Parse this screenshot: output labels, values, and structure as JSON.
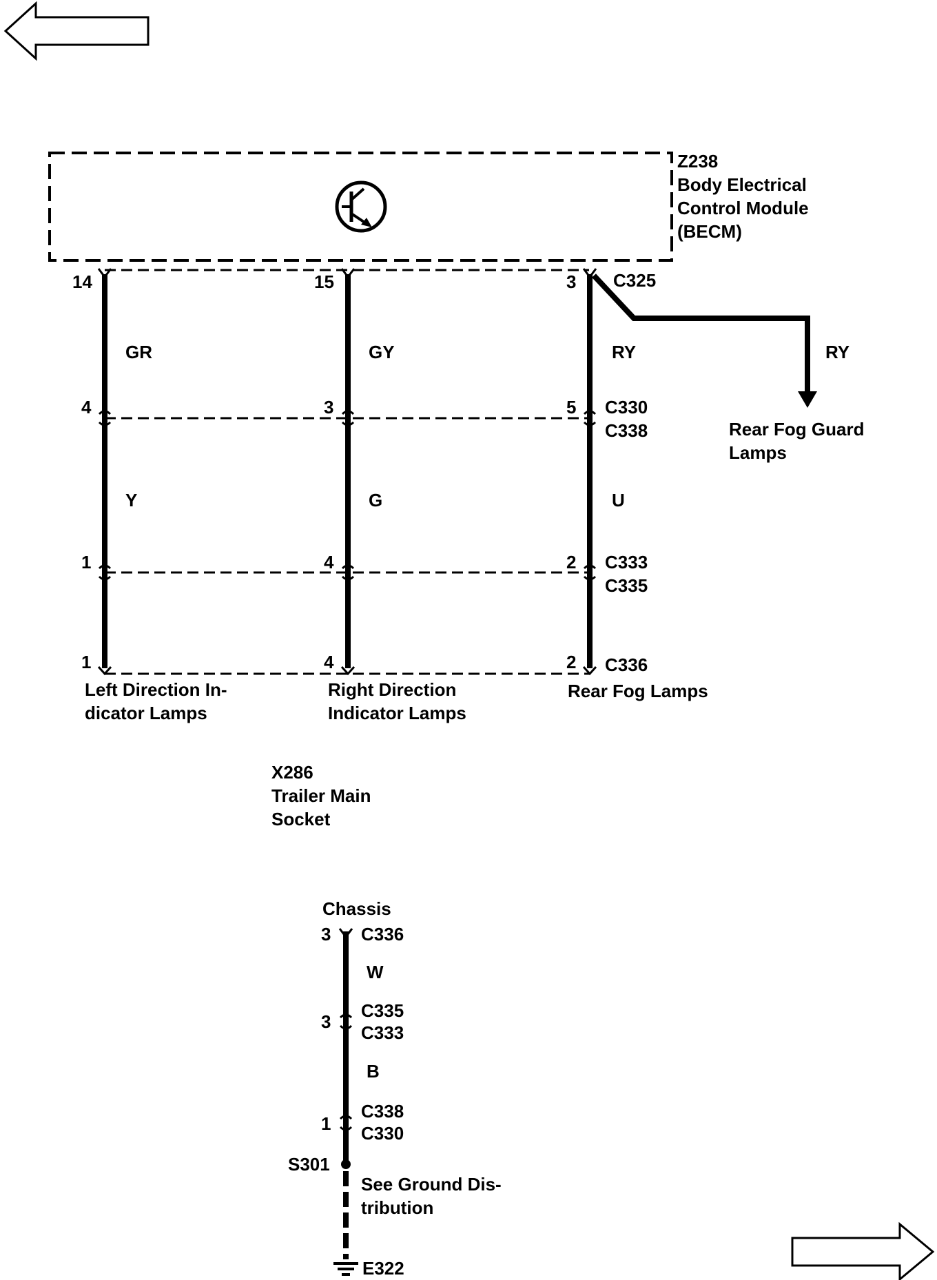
{
  "module": {
    "id": "Z238",
    "line1": "Body Electrical",
    "line2": "Control Module",
    "line3": "(BECM)"
  },
  "connectors": {
    "c325": "C325",
    "c330": "C330",
    "c338": "C338",
    "c333": "C333",
    "c335": "C335",
    "c336": "C336"
  },
  "circuits": {
    "left": {
      "pin_top": "14",
      "color_top": "GR",
      "pin_mid_top": "4",
      "color_mid": "Y",
      "pin_mid_bot": "1",
      "pin_bot": "1",
      "load_line1": "Left Direction In-",
      "load_line2": "dicator Lamps"
    },
    "center": {
      "pin_top": "15",
      "color_top": "GY",
      "pin_mid_top": "3",
      "color_mid": "G",
      "pin_mid_bot": "4",
      "pin_bot": "4",
      "load_line1": "Right Direction",
      "load_line2": "Indicator Lamps"
    },
    "right": {
      "pin_top": "3",
      "color_top": "RY",
      "pin_mid_top": "5",
      "color_mid": "U",
      "pin_mid_bot": "2",
      "pin_bot": "2",
      "load_line1": "Rear Fog Lamps"
    },
    "branch": {
      "color": "RY",
      "dest_line1": "Rear Fog Guard",
      "dest_line2": "Lamps"
    }
  },
  "socket": {
    "id": "X286",
    "line1": "Trailer Main",
    "line2": "Socket"
  },
  "ground": {
    "title": "Chassis",
    "pin1": "3",
    "conn1": "C336",
    "color1": "W",
    "pin2": "3",
    "conn2a": "C335",
    "conn2b": "C333",
    "color2": "B",
    "pin3": "1",
    "conn3a": "C338",
    "conn3b": "C330",
    "splice": "S301",
    "note_line1": "See Ground Dis-",
    "note_line2": "tribution",
    "ground_id": "E322"
  },
  "nav": {
    "back_icon": "left-arrow-icon",
    "next_icon": "right-arrow-icon"
  }
}
